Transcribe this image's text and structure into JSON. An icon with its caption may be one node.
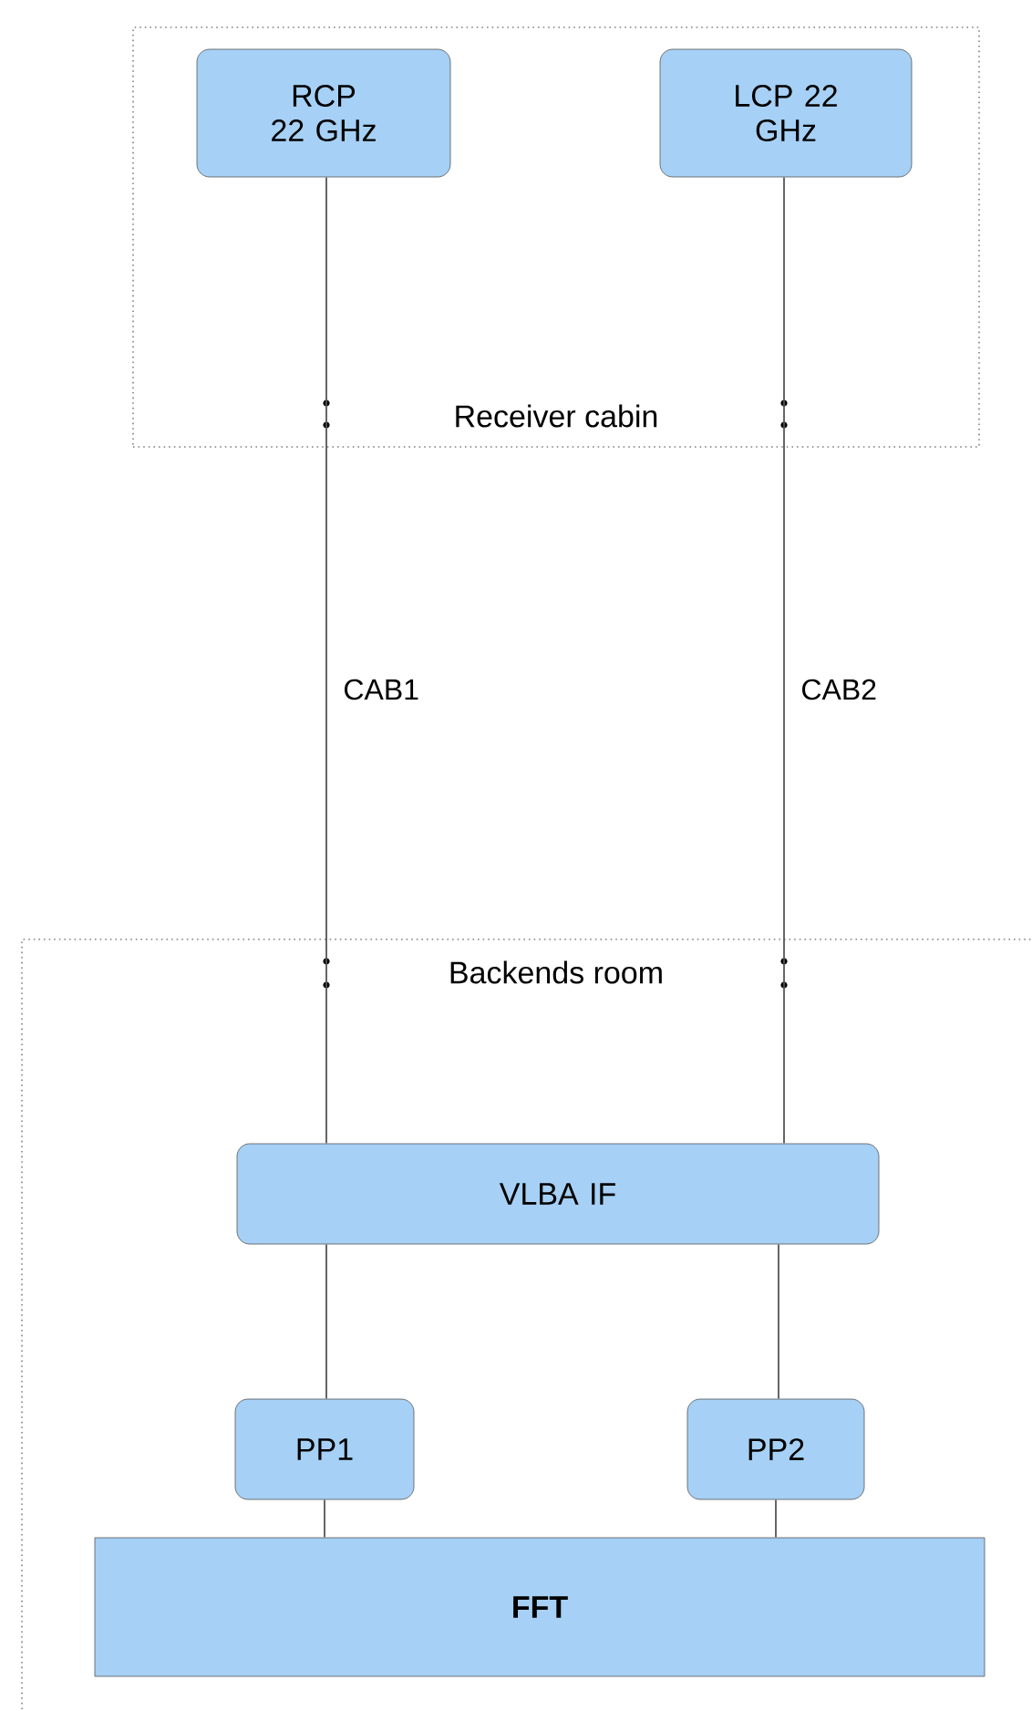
{
  "diagram": {
    "nodes": [
      {
        "text": [
          "Receiver cabin"
        ]
      },
      {
        "text": [
          "RCP 22 GHz"
        ],
        "in": 0
      },
      {
        "text": [
          "LCP 22 GHz"
        ],
        "in": 0
      },
      {
        "text": [
          "Backends room"
        ]
      },
      {
        "text": [
          "VLBA IF"
        ],
        "in": 3
      },
      {
        "text": [
          "PP1"
        ],
        "in": 3
      },
      {
        "text": [
          "PP2"
        ],
        "in": 3
      },
      {
        "text": [
          "FFT"
        ],
        "in": 3
      }
    ],
    "edges": [
      {
        "from": 1,
        "to": 4,
        "arrow": "none",
        "label": "CAB1"
      },
      {
        "from": 2,
        "to": 4,
        "arrow": "none",
        "label": "CAB2"
      },
      {
        "from": 4,
        "to": 5,
        "arrow": "none"
      },
      {
        "from": 4,
        "to": 6,
        "arrow": "none"
      },
      {
        "from": 5,
        "to": 7,
        "arrow": "none"
      },
      {
        "from": 6,
        "to": 7,
        "arrow": "none"
      }
    ]
  }
}
